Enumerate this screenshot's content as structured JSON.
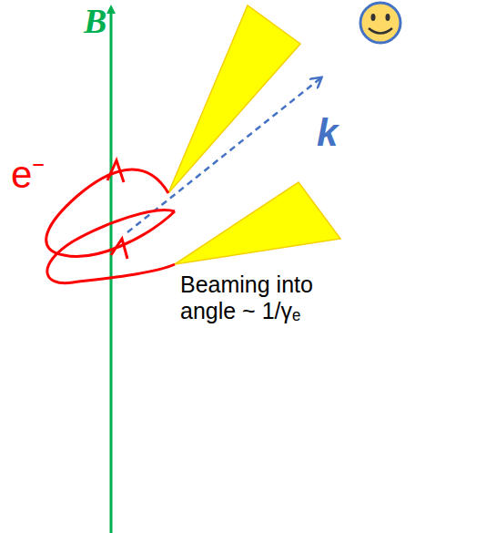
{
  "diagram": {
    "labels": [
      "B",
      "k",
      "e⁻",
      "Beaming into angle ~ 1/γₑ"
    ]
  }
}
